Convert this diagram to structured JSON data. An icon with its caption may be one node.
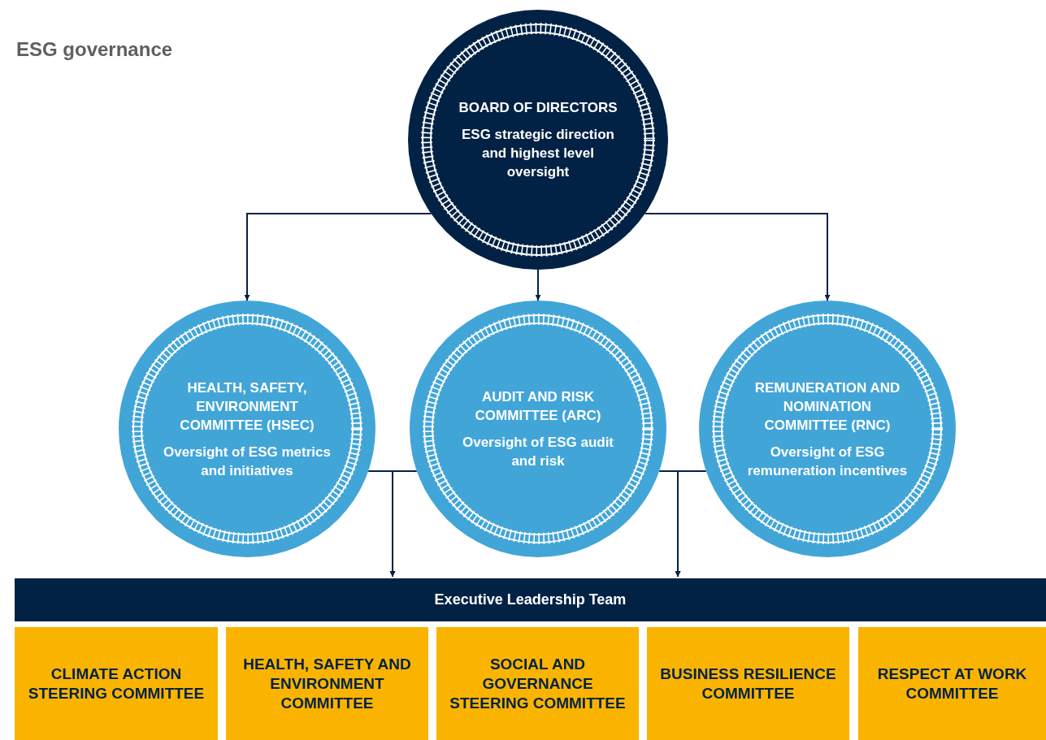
{
  "diagram": {
    "title": "ESG governance",
    "nodes": [
      {
        "text": [
          "BOARD OF DIRECTORS",
          "ESG strategic direction and highest level oversight"
        ]
      },
      {
        "text": [
          "HEALTH, SAFETY, ENVIRONMENT COMMITTEE (HSEC)",
          "Oversight of ESG metrics and initiatives"
        ]
      },
      {
        "text": [
          "AUDIT AND RISK COMMITTEE (ARC)",
          "Oversight of ESG audit and risk"
        ]
      },
      {
        "text": [
          "REMUNERATION AND NOMINATION COMMITTEE (RNC)",
          "Oversight of ESG remuneration incentives"
        ]
      },
      {
        "text": [
          "Executive Leadership Team"
        ]
      },
      {
        "text": [
          "CLIMATE ACTION STEERING COMMITTEE"
        ]
      },
      {
        "text": [
          "HEALTH, SAFETY AND ENVIRONMENT COMMITTEE"
        ]
      },
      {
        "text": [
          "SOCIAL AND GOVERNANCE STEERING COMMITTEE"
        ]
      },
      {
        "text": [
          "BUSINESS RESILIENCE COMMITTEE"
        ]
      },
      {
        "text": [
          "RESPECT AT WORK COMMITTEE"
        ]
      }
    ],
    "edges": [
      {
        "from": 0,
        "to": 1,
        "arrow": "to"
      },
      {
        "from": 0,
        "to": 2,
        "arrow": "to"
      },
      {
        "from": 0,
        "to": 3,
        "arrow": "to"
      },
      {
        "from": 1,
        "to": 4,
        "arrow": "to"
      },
      {
        "from": 2,
        "to": 4,
        "arrow": "to"
      },
      {
        "from": 2,
        "to": 4,
        "arrow": "to"
      },
      {
        "from": 3,
        "to": 4,
        "arrow": "to"
      }
    ]
  }
}
